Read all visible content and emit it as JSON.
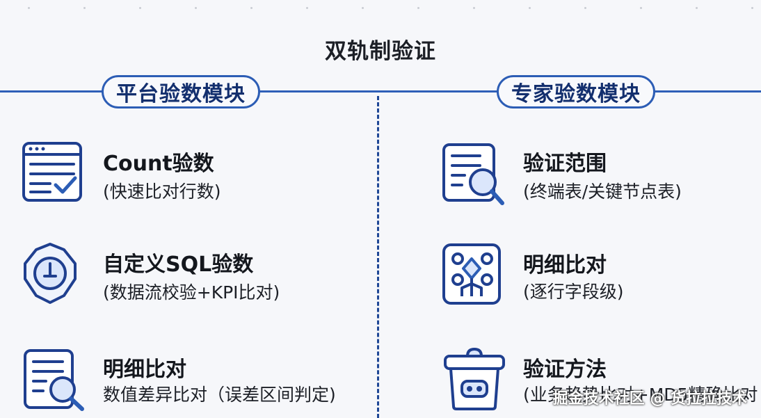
{
  "title": "双轨制验证",
  "left_panel": {
    "label": "平台验数模块",
    "items": [
      {
        "icon": "checklist-window-icon",
        "heading": "Count验数",
        "detail": "(快速比对行数)"
      },
      {
        "icon": "shield-clock-icon",
        "heading": "自定义SQL验数",
        "detail": "(数据流校验+KPI比对)"
      },
      {
        "icon": "document-search-icon",
        "heading": "明细比对",
        "detail": "数值差异比对（误差区间判定)"
      }
    ]
  },
  "right_panel": {
    "label": "专家验数模块",
    "items": [
      {
        "icon": "document-magnifier-icon",
        "heading": "验证范围",
        "detail": "(终端表/关键节点表)"
      },
      {
        "icon": "flow-diagram-icon",
        "heading": "明细比对",
        "detail": "(逐行字段级)"
      },
      {
        "icon": "robot-box-icon",
        "heading": "验证方法",
        "detail": "(业务趋势比对+MD5精确比对"
      }
    ]
  },
  "watermark": "掘金技术社区 @ 货拉拉技术",
  "colors": {
    "accent": "#2c5db5",
    "icon_fill": "#dbe6fb",
    "text": "#1c1f26"
  }
}
